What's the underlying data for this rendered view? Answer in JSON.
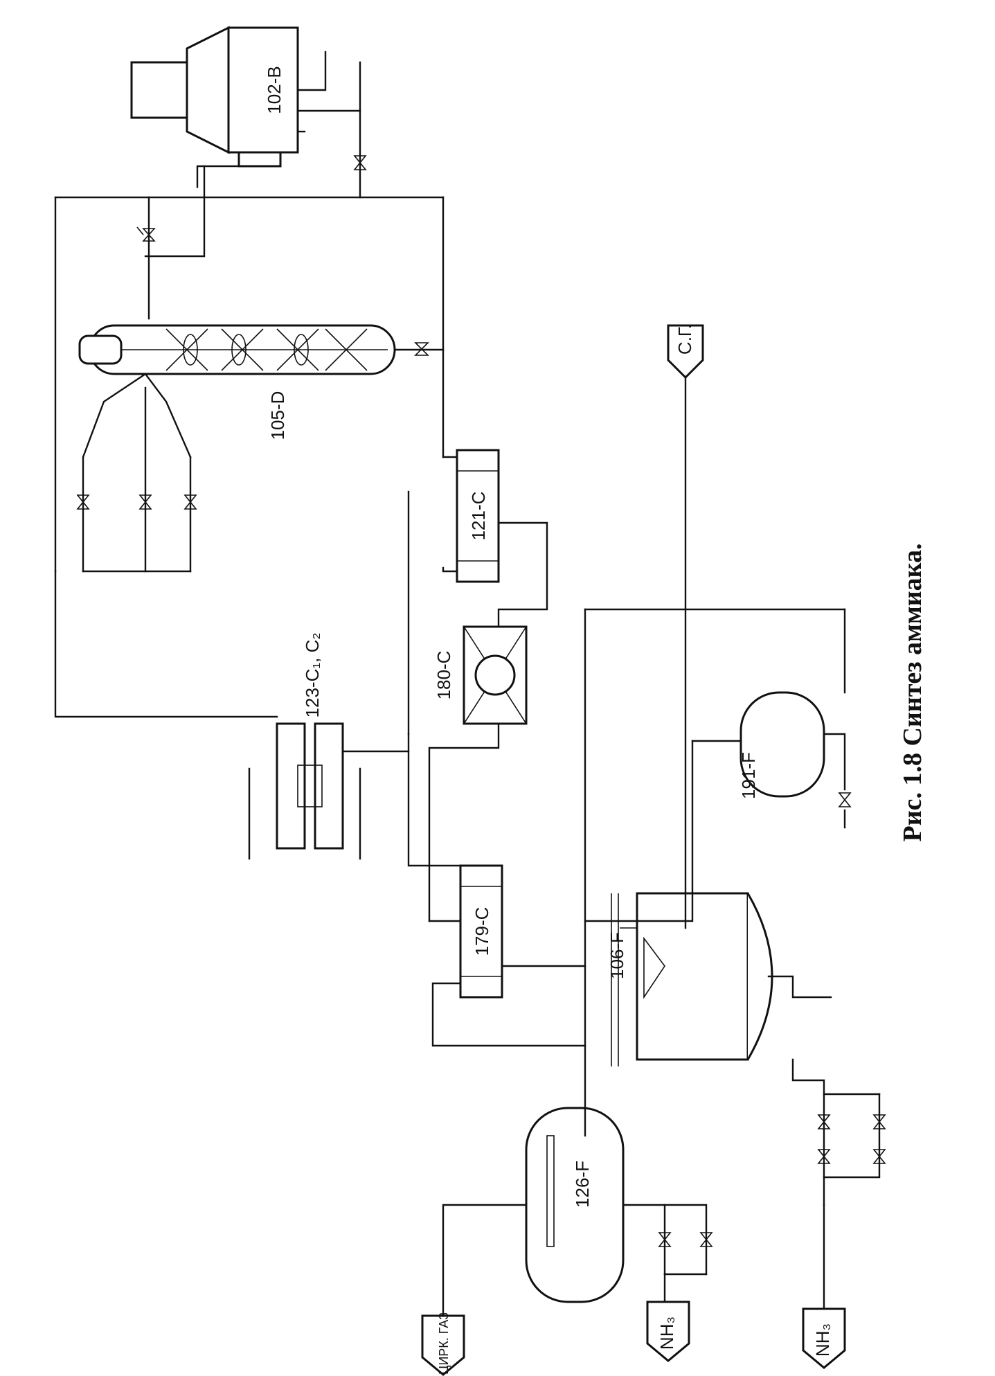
{
  "caption": "Рис. 1.8 Синтез аммиака.",
  "equipment": {
    "e102b": "102-B",
    "e105d": "105-D",
    "e123c": "123-C₁, C₂",
    "e121c": "121-C",
    "e180c": "180-C",
    "e179c": "179-C",
    "e191f": "191-F",
    "e106f": "106-F",
    "e126f": "126-F"
  },
  "streams": {
    "syngas": "С.Г.",
    "circ_gas": "ЦИРК. ГАЗ",
    "nh3_a": "NH₃",
    "nh3_b": "NH₃"
  }
}
